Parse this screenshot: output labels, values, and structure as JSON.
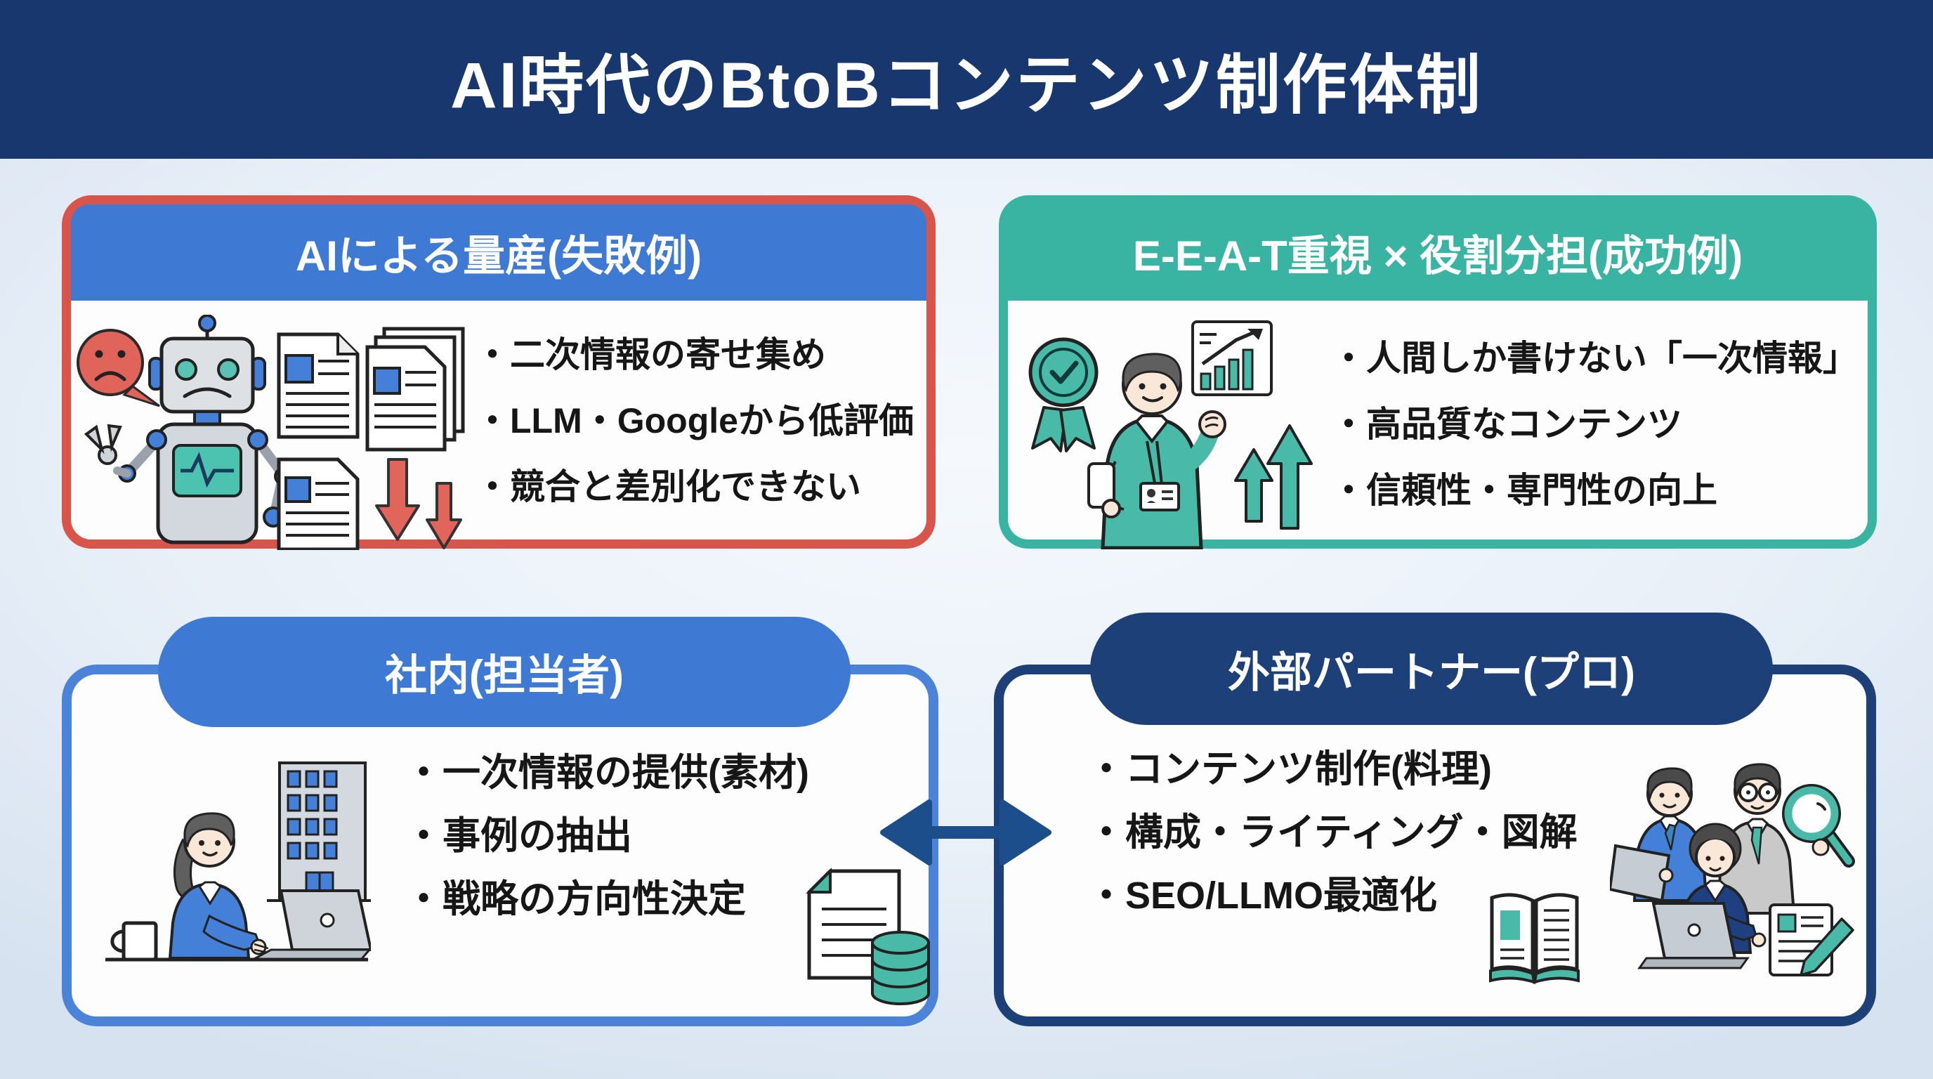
{
  "header": {
    "title": "AI時代のBtoBコンテンツ制作体制"
  },
  "cards": {
    "ai": {
      "title": "AIによる量産(失敗例)",
      "items": [
        "・二次情報の寄せ集め",
        "・LLM・Googleから低評価",
        "・競合と差別化できない"
      ]
    },
    "eeat": {
      "title": "E-E-A-T重視 × 役割分担(成功例)",
      "items": [
        "・人間しか書けない「一次情報」",
        "・高品質なコンテンツ",
        "・信頼性・専門性の向上"
      ]
    },
    "inhouse": {
      "title": "社内(担当者)",
      "items": [
        "・一次情報の提供(素材)",
        "・事例の抽出",
        "・戦略の方向性決定"
      ]
    },
    "external": {
      "title": "外部パートナー(プロ)",
      "items": [
        "・コンテンツ制作(料理)",
        "・構成・ライティング・図解",
        "・SEO/LLMO最適化"
      ]
    }
  },
  "colors": {
    "title_bar": "#17376e",
    "blue_accent": "#3e7ad4",
    "red_accent": "#d9544a",
    "teal_accent": "#3ab4a2",
    "navy_accent": "#1d4078",
    "arrow": "#1d4e8c",
    "text": "#161616",
    "card_bg": "#fdfdfe"
  },
  "icons": {
    "sad_robot": "sad-robot-with-documents-and-down-arrows",
    "award_person": "person-with-award-ribbon-growth-chart-up-arrows",
    "office_worker": "woman-at-laptop-with-office-building-and-mug",
    "doc_database": "document-with-database-cylinder",
    "open_book": "open-book-with-teal-pages",
    "pro_team": "three-professionals-with-laptop-magnifier-document-pencil",
    "connector": "bidirectional-arrow"
  }
}
